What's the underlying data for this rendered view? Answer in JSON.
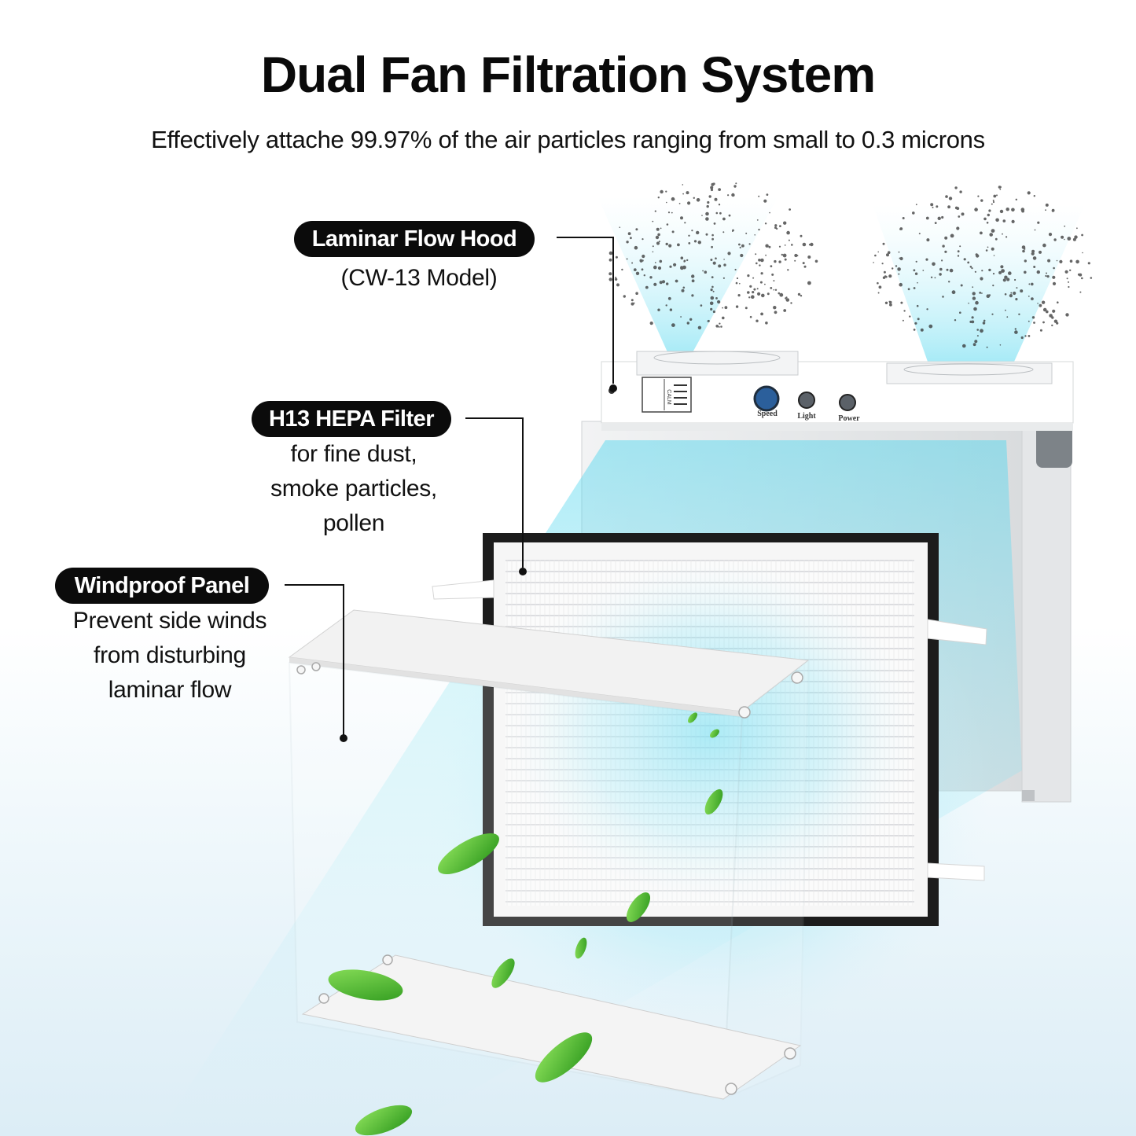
{
  "header": {
    "title": "Dual Fan Filtration System",
    "subtitle": "Effectively attache 99.97% of the air particles ranging from small to 0.3 microns"
  },
  "callouts": {
    "hood": {
      "label": "Laminar Flow Hood",
      "desc": [
        "(CW-13 Model)"
      ]
    },
    "filter": {
      "label": "H13 HEPA Filter",
      "desc": [
        "for fine dust,",
        "smoke particles,",
        "pollen"
      ]
    },
    "panel": {
      "label": "Windproof Panel",
      "desc": [
        "Prevent side winds",
        "from disturbing",
        "laminar flow"
      ]
    }
  },
  "device_controls": {
    "speed": "Speed",
    "light": "Light",
    "power": "Power",
    "panel_letters": "CALM"
  },
  "colors": {
    "accent_airflow": "#4fd6ee",
    "leaf": "#5cc53a",
    "pill_bg": "#0b0b0b",
    "pill_text": "#ffffff"
  }
}
